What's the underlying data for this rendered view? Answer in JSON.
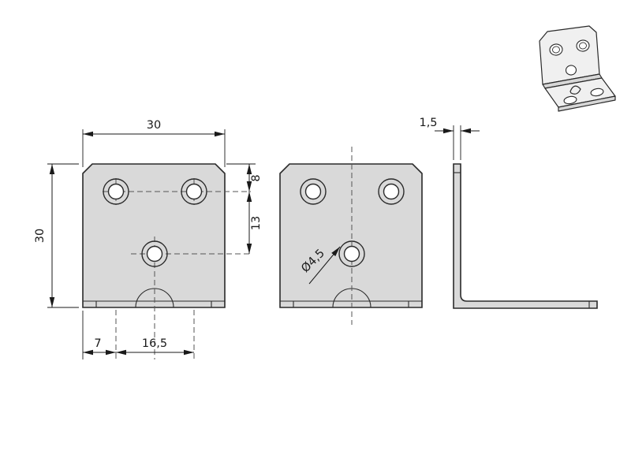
{
  "drawing": {
    "colors": {
      "background": "#ffffff",
      "plate_fill": "#d9d9d9",
      "outline": "#2a2a2a",
      "centerline": "#555555",
      "dimension": "#1a1a1a",
      "hole_fill": "#ffffff",
      "iso_face": "#f0f0f0",
      "iso_edge": "#d7d7d7"
    },
    "dimensions": {
      "plate_width": "30",
      "plate_height": "30",
      "hole_top_offset": "8",
      "hole_row_spacing": "13",
      "edge_to_first_hole": "7",
      "hole_pitch": "16,5",
      "material_thickness": "1,5",
      "hole_diameter": "Ø4,5"
    }
  }
}
